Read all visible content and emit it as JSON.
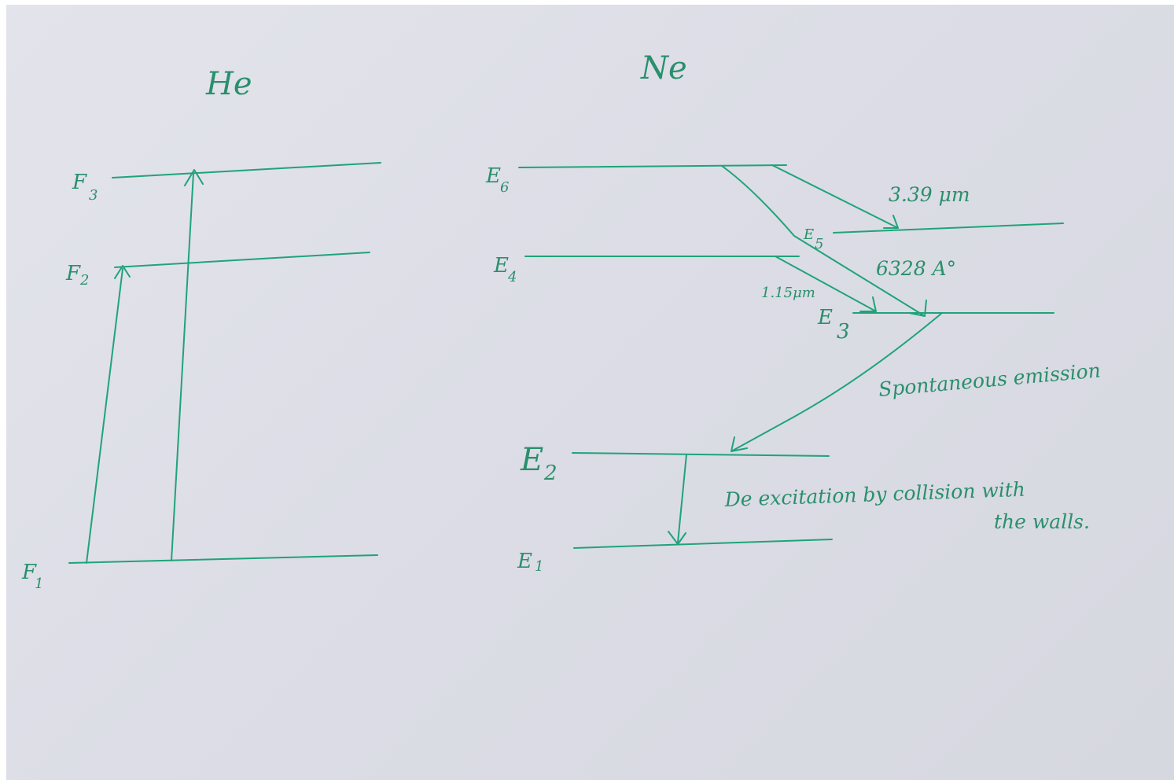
{
  "he": {
    "title": "He",
    "levels": {
      "f1": "F",
      "f1_sub": "1",
      "f2": "F",
      "f2_sub": "2",
      "f3": "F",
      "f3_sub": "3"
    }
  },
  "ne": {
    "title": "Ne",
    "levels": {
      "e1": "E",
      "e1_sub": "1",
      "e2": "E",
      "e2_sub": "2",
      "e3": "E",
      "e3_sub": "3",
      "e4": "E",
      "e4_sub": "4",
      "e5": "E",
      "e5_sub": "5",
      "e6": "E",
      "e6_sub": "6"
    }
  },
  "labels": {
    "wavelength_339": "3.39 μm",
    "wavelength_6328": "6328 A°",
    "wavelength_115": "1.15μm",
    "spontaneous": "Spontaneous emission",
    "deexcitation_line1": "De excitation by collision with",
    "deexcitation_line2": "the walls."
  },
  "colors": {
    "ink": "#1fa37a",
    "paper": "#dfe0e8"
  }
}
